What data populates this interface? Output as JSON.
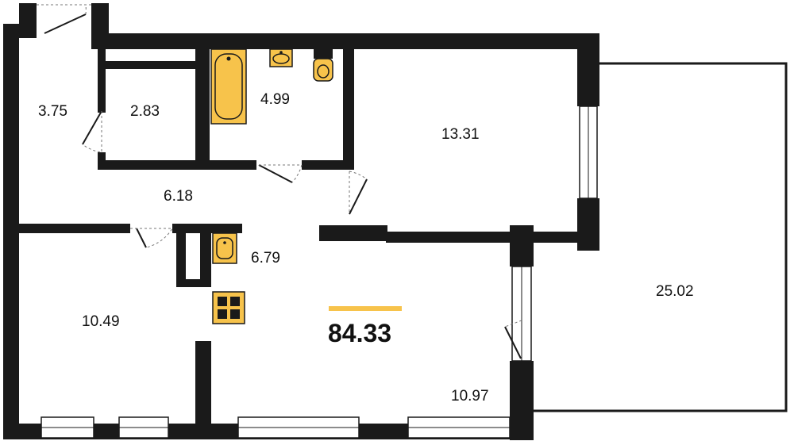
{
  "plan": {
    "total_area": "84.33",
    "accent_color": "#f7c34b",
    "rooms": {
      "hall_small": "3.75",
      "storage": "2.83",
      "bathroom": "4.99",
      "room_right": "13.31",
      "corridor": "6.18",
      "kitchen_zone": "6.79",
      "bedroom": "10.49",
      "living": "10.97",
      "terrace": "25.02"
    },
    "fixtures": [
      "bathtub-icon",
      "sink-icon",
      "toilet-icon",
      "kitchen-sink-icon",
      "stove-icon"
    ]
  }
}
